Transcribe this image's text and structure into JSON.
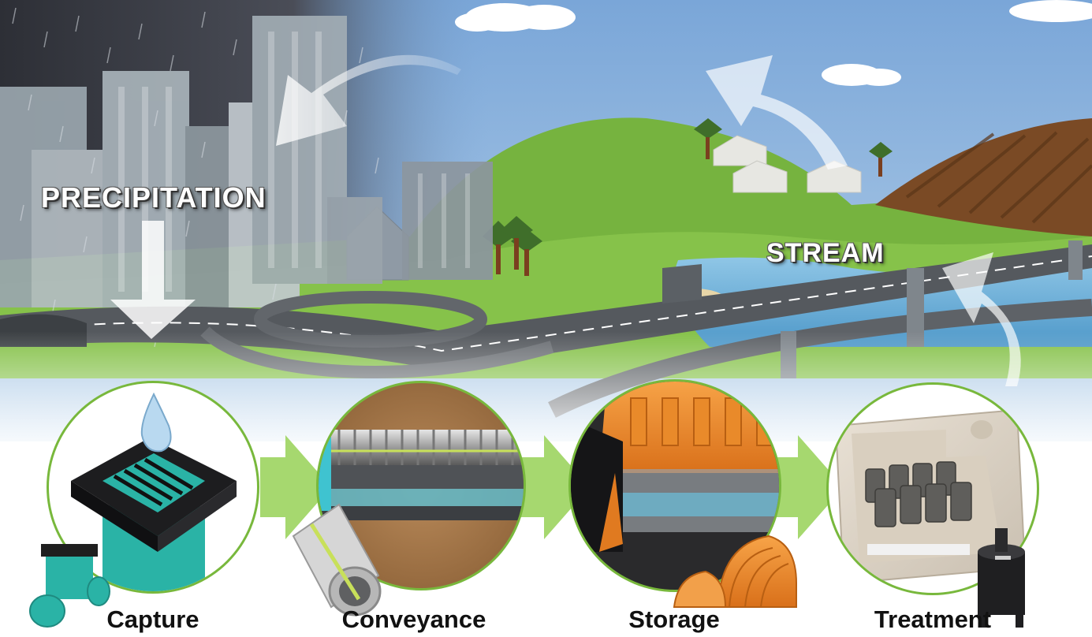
{
  "labels": {
    "precipitation": "PRECIPITATION",
    "stream": "STREAM"
  },
  "stages": [
    {
      "label": "Capture"
    },
    {
      "label": "Conveyance"
    },
    {
      "label": "Storage"
    },
    {
      "label": "Treatment"
    }
  ],
  "colors": {
    "sky": "#7ea9d6",
    "storm_sky": "#3a3c44",
    "grass": "#7cc043",
    "circle_border": "#78b83c",
    "flow_arrow": "#9fd36a",
    "storage_orange": "#f08a24",
    "capture_teal": "#2ab3a6"
  },
  "icons": [
    "rain-cloud-icon",
    "water-drop-icon",
    "catch-basin-icon",
    "pipe-icon",
    "storage-chamber-icon",
    "treatment-vault-icon",
    "recycle-arrow-icon"
  ]
}
